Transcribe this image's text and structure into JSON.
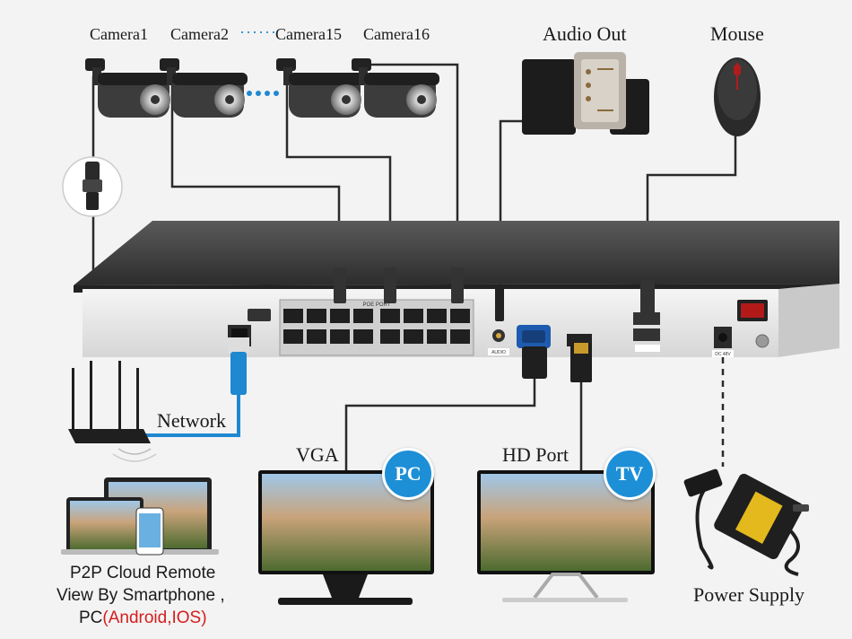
{
  "cameras": {
    "labels": [
      "Camera1",
      "Camera2",
      "Camera15",
      "Camera16"
    ]
  },
  "devices": {
    "audio_out": "Audio Out",
    "mouse": "Mouse",
    "network": "Network",
    "vga": "VGA",
    "hd_port": "HD Port",
    "pc_badge": "PC",
    "tv_badge": "TV",
    "power_supply": "Power Supply"
  },
  "remote": {
    "line1": "P2P Cloud Remote",
    "line2": "View By Smartphone ,",
    "line3_prefix": "PC",
    "line3_highlight": "(Android,IOS)"
  },
  "nvr": {
    "poe_label": "POE PORT",
    "audio_label": "AUDIO",
    "dc_label": "DC 48V"
  },
  "colors": {
    "cable": "#2a2a2a",
    "network_cable": "#1e88d0",
    "badge": "#1d8fd6",
    "highlight": "#d61c1c",
    "nvr_body": "#3a3a3a"
  }
}
